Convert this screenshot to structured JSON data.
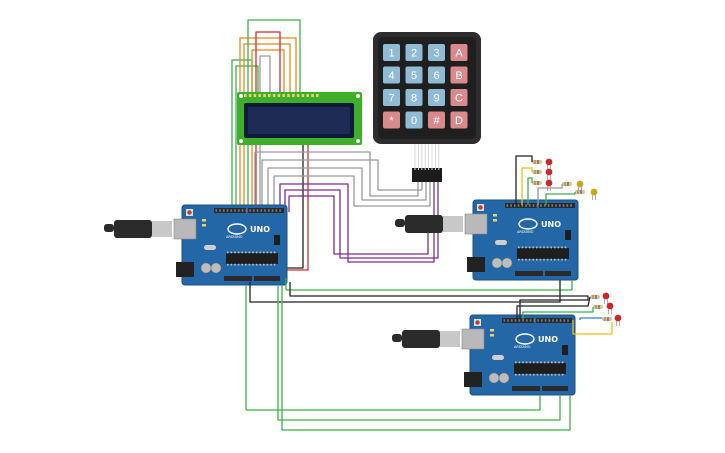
{
  "canvas": {
    "background": "#ffffff"
  },
  "colors": {
    "board": "#2467a6",
    "board_edge": "#1b4f82",
    "header": "#2a2a2a",
    "usb_silver": "#c8c8c8",
    "cable_black": "#2b2b2b",
    "lcd_green": "#3fae2a",
    "lcd_screen": "#1d2b55",
    "keypad_body": "#2d2d2d",
    "key_blue": "#8fbcd4",
    "key_red": "#d98a8a",
    "wire_green": "#3cb04a",
    "wire_purple": "#7a2f8f",
    "wire_orange": "#e58a1e",
    "wire_red": "#cf2f2f",
    "wire_gray": "#9a9a9a",
    "wire_black": "#222222",
    "wire_yellow": "#e8c21a",
    "wire_blue": "#2f7fd0",
    "led_red": "#c82a2a",
    "led_yellow": "#c8a818",
    "resistor": "#d8c39a"
  },
  "keypad": {
    "keys": [
      [
        "1",
        "2",
        "3",
        "A"
      ],
      [
        "4",
        "5",
        "6",
        "B"
      ],
      [
        "7",
        "8",
        "9",
        "C"
      ],
      [
        "*",
        "0",
        "#",
        "D"
      ]
    ],
    "function_keys": [
      "A",
      "B",
      "C",
      "D",
      "*",
      "#"
    ]
  },
  "boards": [
    {
      "id": "left",
      "label": "UNO",
      "brand": "ARDUINO"
    },
    {
      "id": "right-top",
      "label": "UNO",
      "brand": "ARDUINO"
    },
    {
      "id": "right-bottom",
      "label": "UNO",
      "brand": "ARDUINO"
    }
  ]
}
